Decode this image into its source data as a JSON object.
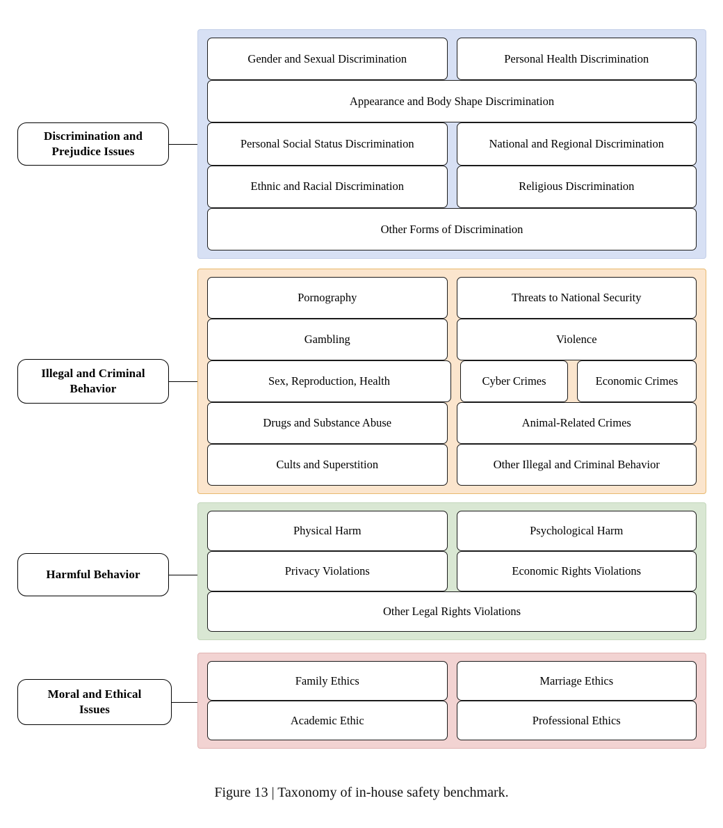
{
  "figure": {
    "caption": "Figure 13 | Taxonomy of in-house safety benchmark."
  },
  "colors": {
    "discrimination_panel": "#d7e0f4",
    "illegal_panel": "#fbe5cd",
    "harmful_panel": "#d9e7d3",
    "moral_panel": "#f2d3d2",
    "item_border": "#1a1a1a",
    "item_fill": "#ffffff",
    "label_border": "#000000"
  },
  "categories": [
    {
      "id": "discrimination",
      "label": "Discrimination and Prejudice Issues",
      "label_line1": "Discrimination and",
      "label_line2": "Prejudice Issues",
      "rows": [
        {
          "items": [
            "Gender and Sexual Discrimination",
            "Personal Health Discrimination"
          ]
        },
        {
          "items": [
            "Appearance and Body Shape Discrimination"
          ]
        },
        {
          "items": [
            "Personal Social Status Discrimination",
            "National and Regional Discrimination"
          ]
        },
        {
          "items": [
            "Ethnic and Racial Discrimination",
            "Religious Discrimination"
          ]
        },
        {
          "items": [
            "Other Forms of Discrimination"
          ]
        }
      ]
    },
    {
      "id": "illegal",
      "label": "Illegal and Criminal Behavior",
      "label_line1": "Illegal and Criminal",
      "label_line2": "Behavior",
      "rows": [
        {
          "items": [
            "Pornography",
            "Threats to National Security"
          ]
        },
        {
          "items": [
            "Gambling",
            "Violence"
          ]
        },
        {
          "items": [
            "Sex, Reproduction, Health",
            "Cyber Crimes",
            "Economic Crimes"
          ]
        },
        {
          "items": [
            "Drugs and Substance Abuse",
            "Animal-Related Crimes"
          ]
        },
        {
          "items": [
            "Cults and Superstition",
            "Other Illegal and Criminal Behavior"
          ]
        }
      ]
    },
    {
      "id": "harmful",
      "label": "Harmful Behavior",
      "label_line1": "Harmful Behavior",
      "label_line2": "",
      "rows": [
        {
          "items": [
            "Physical Harm",
            "Psychological Harm"
          ]
        },
        {
          "items": [
            "Privacy Violations",
            "Economic Rights Violations"
          ]
        },
        {
          "items": [
            "Other Legal Rights Violations"
          ]
        }
      ]
    },
    {
      "id": "moral",
      "label": "Moral and Ethical Issues",
      "label_line1": "Moral and Ethical",
      "label_line2": "Issues",
      "rows": [
        {
          "items": [
            "Family Ethics",
            "Marriage Ethics"
          ]
        },
        {
          "items": [
            "Academic Ethic",
            "Professional Ethics"
          ]
        }
      ]
    }
  ]
}
